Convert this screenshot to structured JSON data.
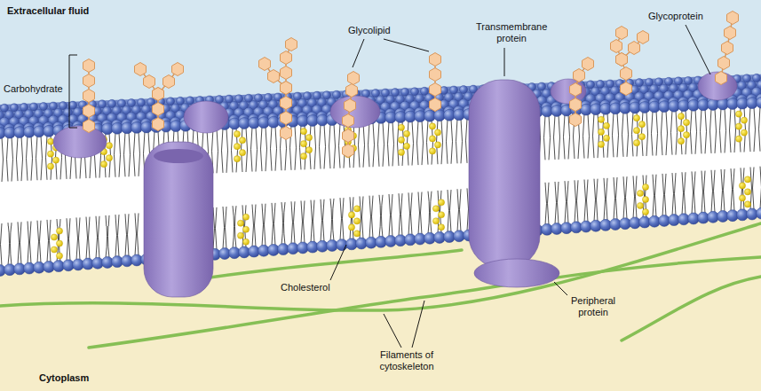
{
  "diagram": {
    "labels": [
      "Extracellular fluid",
      "Carbohydrate",
      "Glycolipid",
      "Transmembrane protein",
      "Glycoprotein",
      "Cholesterol",
      "Peripheral protein",
      "Filaments of cytoskeleton",
      "Cytoplasm"
    ]
  }
}
